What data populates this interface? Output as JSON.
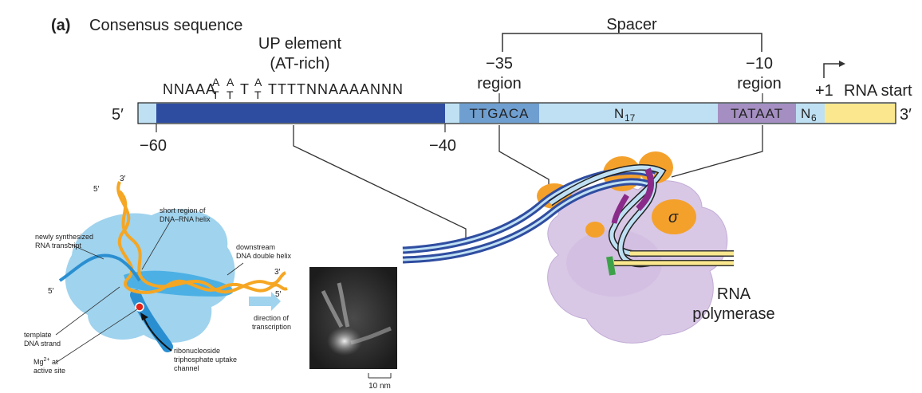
{
  "panel": {
    "letter": "(a)",
    "title": "Consensus sequence"
  },
  "promoter": {
    "spacer_label": "Spacer",
    "up_element": {
      "line1": "UP element",
      "line2": "(AT-rich)"
    },
    "up_sequence": {
      "lead": "NNAAA",
      "stacked": [
        {
          "top": "A",
          "bottom": "T"
        },
        {
          "top": "A",
          "bottom": "T"
        },
        {
          "top": "T",
          "bottom": ""
        },
        {
          "top": "A",
          "bottom": "T"
        }
      ],
      "tail": "TTTTNNAAAANNN"
    },
    "minus35": {
      "number": "−35",
      "word": "region",
      "box": "TTGACA"
    },
    "minus10": {
      "number": "−10",
      "word": "region",
      "box": "TATAAT"
    },
    "n17": {
      "base": "N",
      "sub": "17"
    },
    "n6": {
      "base": "N",
      "sub": "6"
    },
    "plus1": "+1",
    "rna_start": "RNA start",
    "end5": "5′",
    "end3": "3′",
    "pos_minus60": "−60",
    "pos_minus40": "−40"
  },
  "transcription_diagram": {
    "labels": {
      "three_prime_top": "3′",
      "five_prime_top": "5′",
      "short_region_1": "short region of",
      "short_region_2": "DNA–RNA helix",
      "newly_1": "newly synthesized",
      "newly_2": "RNA transcript",
      "downstream_1": "downstream",
      "downstream_2": "DNA double helix",
      "three_prime_right": "3′",
      "five_prime_right": "5′",
      "five_prime_left": "5′",
      "template_1": "template",
      "template_2": "DNA strand",
      "direction_1": "direction of",
      "direction_2": "transcription",
      "mg_1": "Mg",
      "mg_sup": "2+",
      "mg_2": " at",
      "mg_3": "active site",
      "rntp_1": "ribonucleoside",
      "rntp_2": "triphosphate uptake",
      "rntp_3": "channel"
    }
  },
  "micrograph": {
    "scale_label": "10 nm"
  },
  "polymerase": {
    "sigma": "σ",
    "label1": "RNA",
    "label2": "polymerase"
  },
  "colors": {
    "dna_light": "#bfe0f3",
    "dna_dark": "#2f4da0",
    "minus35_box": "#6f9fd0",
    "minus10_box": "#a58fc2",
    "rna_start_yellow": "#fbe88e",
    "sigma_orange": "#f4a12c",
    "polymerase_lavender": "#d9c7e6",
    "helix_orange": "#f5a623",
    "enzyme_blue": "#9fd3ee",
    "rna_blue": "#2a8fd1"
  }
}
